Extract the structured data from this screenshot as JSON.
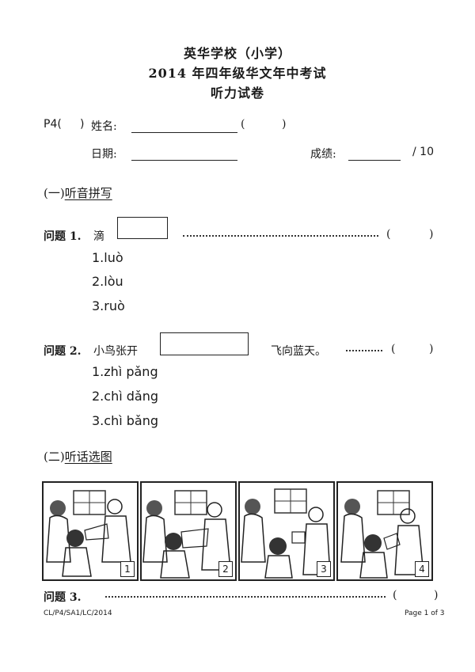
{
  "header": {
    "school": "英华学校（小学）",
    "exam": "2014 年四年级华文年中考试",
    "paper": "听力试卷"
  },
  "info": {
    "class_label": "P4(",
    "class_close": ")",
    "name_label": "姓名:",
    "paren_open": "(",
    "paren_close": ")",
    "date_label": "日期:",
    "score_label": "成绩:",
    "score_total": "/ 10"
  },
  "section1": {
    "prefix": "(一)",
    "title": "听音拼写"
  },
  "q1": {
    "label": "问题 1.",
    "stem": "滴",
    "answer_open": "(",
    "answer_close": ")",
    "options": [
      "1.luò",
      "2.lòu",
      "3.ruò"
    ]
  },
  "q2": {
    "label": "问题 2.",
    "stem_before": "小鸟张开",
    "stem_after": "飞向蓝天。",
    "answer_open": "(",
    "answer_close": ")",
    "options": [
      "1.zhì pǎng",
      "2.chì dǎng",
      "3.chì bǎng"
    ]
  },
  "section2": {
    "prefix": "(二)",
    "title": "听话选图"
  },
  "panels": [
    "1",
    "2",
    "3",
    "4"
  ],
  "q3": {
    "label": "问题 3.",
    "answer_open": "(",
    "answer_close": ")"
  },
  "footer": {
    "code": "CL/P4/SA1/LC/2014",
    "page": "Page 1 of 3"
  }
}
